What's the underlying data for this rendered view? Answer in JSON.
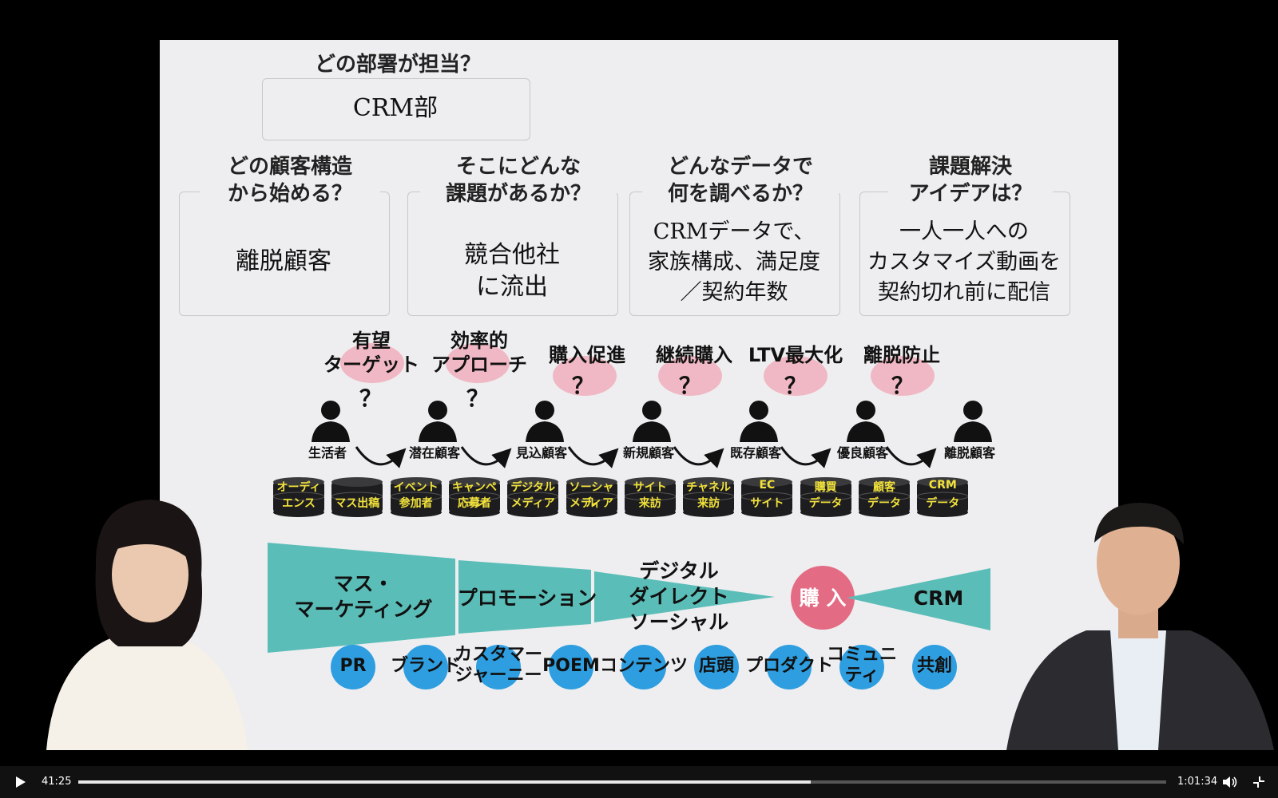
{
  "slide": {
    "dept_question": "どの部署が担当？",
    "dept_answer": "CRM部",
    "columns": [
      {
        "question": [
          "どの顧客構造",
          "から始める？"
        ],
        "answer": [
          "離脱顧客"
        ]
      },
      {
        "question": [
          "そこにどんな",
          "課題があるか？"
        ],
        "answer": [
          "競合他社",
          "に流出"
        ]
      },
      {
        "question": [
          "どんなデータで",
          "何を調べるか？"
        ],
        "answer": [
          "CRMデータで、",
          "家族構成、満足度",
          "／契約年数"
        ]
      },
      {
        "question": [
          "課題解決",
          "アイデアは？"
        ],
        "answer": [
          "一人一人への",
          "カスタマイズ動画を",
          "契約切れ前に配信"
        ]
      }
    ],
    "stages": [
      {
        "lines": [
          "有望",
          "ターゲット"
        ],
        "q": "？"
      },
      {
        "lines": [
          "効率的",
          "アプローチ"
        ],
        "q": "？"
      },
      {
        "lines": [
          "購入促進"
        ],
        "q": "？"
      },
      {
        "lines": [
          "継続購入"
        ],
        "q": "？"
      },
      {
        "lines": [
          "LTV最大化"
        ],
        "q": "？"
      },
      {
        "lines": [
          "離脱防止"
        ],
        "q": "？"
      }
    ],
    "people": [
      "生活者",
      "潜在顧客",
      "見込顧客",
      "新規顧客",
      "既存顧客",
      "優良顧客",
      "離脱顧客"
    ],
    "databases": [
      [
        "オーディ",
        "エンス"
      ],
      [
        "",
        "マス出稿"
      ],
      [
        "イベント",
        "参加者"
      ],
      [
        "キャンペーン",
        "応募者"
      ],
      [
        "デジタル",
        "メディア"
      ],
      [
        "ソーシャル",
        "メディア"
      ],
      [
        "サイト",
        "来訪"
      ],
      [
        "チャネル",
        "来訪"
      ],
      [
        "EC",
        "サイト"
      ],
      [
        "購買",
        "データ"
      ],
      [
        "顧客",
        "データ"
      ],
      [
        "CRM",
        "データ"
      ]
    ],
    "funnel": {
      "mass": [
        "マス・",
        "マーケティング"
      ],
      "promotion": "プロモーション",
      "digital": [
        "デジタル",
        "ダイレクト",
        "ソーシャル"
      ],
      "purchase": "購 入",
      "crm": "CRM"
    },
    "circles": [
      "PR",
      "ブランド",
      "カスタマー\nジャーニー",
      "POEM",
      "コンテンツ",
      "店頭",
      "プロダクト",
      "コミュニ\nティ",
      "共創"
    ]
  },
  "colors": {
    "teal": "#5bbdb8",
    "pink_bubble": "#f0b8c4",
    "purchase_circle": "#e46b84",
    "blue_circle": "#2e9ee0",
    "db_text": "#f2e23a"
  },
  "player": {
    "current_time": "41:25",
    "duration": "1:01:34",
    "progress_fraction": 0.673,
    "play_icon": "play-icon",
    "volume_icon": "volume-icon",
    "fullscreen_icon": "exit-fullscreen-icon"
  }
}
